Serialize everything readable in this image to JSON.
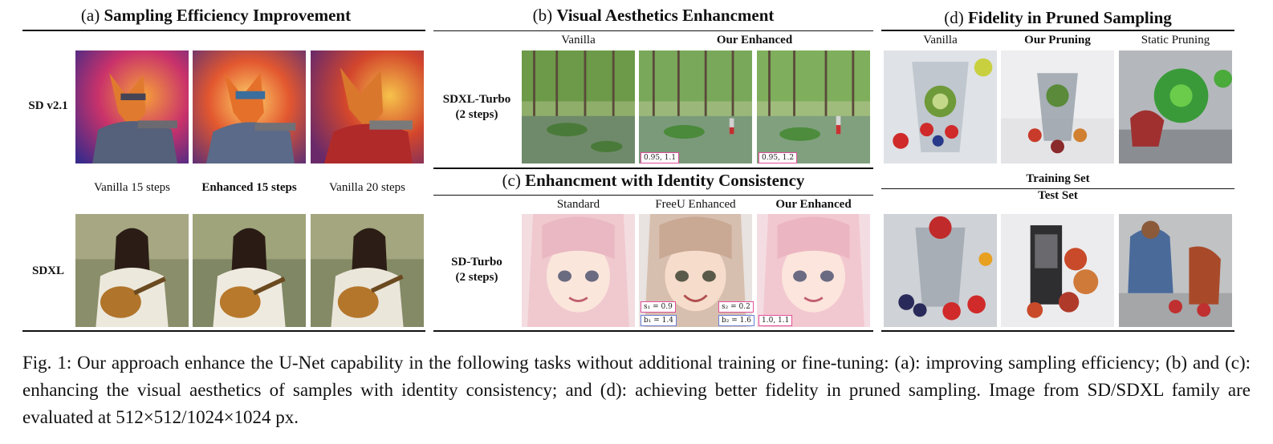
{
  "panels": {
    "a": {
      "prefix": "(a) ",
      "title": "Sampling Efficiency Improvement",
      "rows": [
        "SD v2.1",
        "SDXL"
      ],
      "cols": [
        "Vanilla 15 steps",
        "Enhanced 15 steps",
        "Vanilla 20 steps"
      ]
    },
    "b": {
      "prefix": "(b) ",
      "title": "Visual Aesthetics Enhancment",
      "cols": [
        "Vanilla",
        "Our Enhanced"
      ],
      "row_l1": "SDXL-Turbo",
      "row_l2": "(2 steps)",
      "tags": [
        "0.95, 1.1",
        "0.95, 1.2"
      ]
    },
    "c": {
      "prefix": "(c) ",
      "title": "Enhancment with Identity Consistency",
      "cols": [
        "Standard",
        "FreeU Enhanced",
        "Our Enhanced"
      ],
      "row_l1": "SD-Turbo",
      "row_l2": "(2 steps)",
      "tags": {
        "s1": "s₁ = 0.9",
        "b1": "b₁ = 1.4",
        "s2": "s₂ = 0.2",
        "b2": "b₂ = 1.6",
        "ours": "1.0, 1.1"
      }
    },
    "d": {
      "prefix": "(d) ",
      "title": "Fidelity in Pruned Sampling",
      "cols": [
        "Vanilla",
        "Our Pruning",
        "Static Pruning"
      ],
      "training": "Training Set",
      "test": "Test Set"
    }
  },
  "caption": "Fig. 1:  Our approach enhance the U-Net capability in the following tasks without additional training or fine-tuning: (a): improving sampling efficiency; (b) and (c): enhancing the visual aesthetics of samples with identity consistency; and (d): achieving better fidelity in pruned sampling. Image from SD/SDXL family are evaluated at 512×512/1024×1024 px.",
  "colors": {
    "rule": "#111111",
    "tag_pink": "#e0509a",
    "tag_blue": "#6a7fd8"
  }
}
